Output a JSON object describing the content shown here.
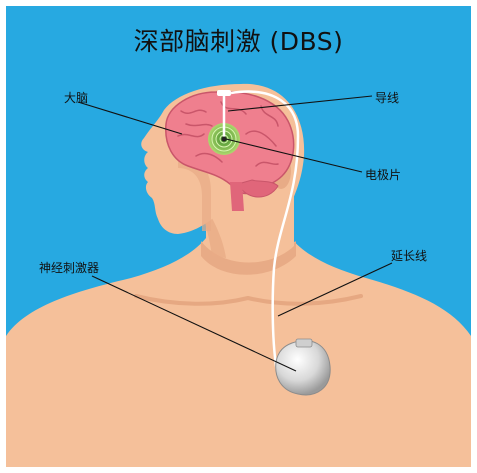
{
  "title": "深部脑刺激 (DBS)",
  "labels": {
    "brain": "大脑",
    "lead": "导线",
    "electrode": "电极片",
    "stimulator": "神经刺激器",
    "extension": "延长线"
  },
  "colors": {
    "background": "#27a9e1",
    "skin": "#f5c09a",
    "brain": "#ef7f8e",
    "electrode_glow": "#5cc13a",
    "wire": "#ffffff"
  }
}
